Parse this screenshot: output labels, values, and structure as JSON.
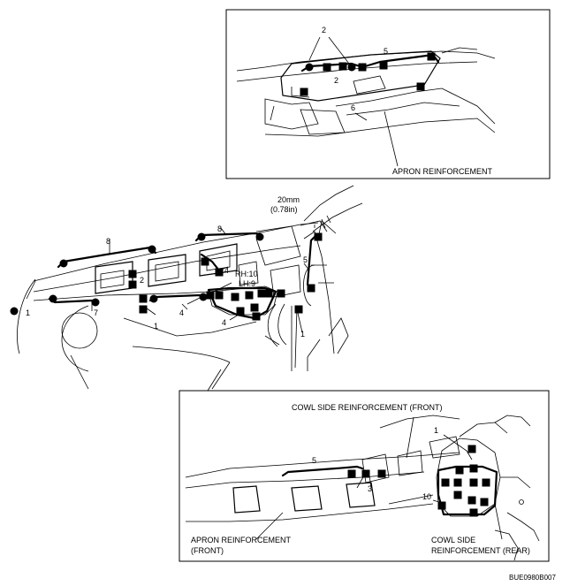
{
  "top_detail": {
    "callouts": {
      "two_top": "2",
      "two_mid": "2",
      "five": "5",
      "six": "6"
    },
    "part_label": "APRON REINFORCEMENT"
  },
  "main_view": {
    "callouts": {
      "one_left": "1",
      "seven": "7",
      "four_lower": "4",
      "one_lower": "1",
      "eight_left": "8",
      "two": "2",
      "eight_right": "8",
      "four_upper": "4",
      "four_mid": "4",
      "five": "5",
      "one_right": "1"
    },
    "spot_note": {
      "rh": "RH:10",
      "lh": "LH:9"
    },
    "dimension": {
      "metric": "20mm",
      "imperial": "(0.78in)"
    }
  },
  "bottom_detail": {
    "callouts": {
      "one": "1",
      "five": "5",
      "three": "3",
      "ten": "10"
    },
    "labels": {
      "cowl_front": "COWL SIDE REINFORCEMENT (FRONT)",
      "apron_front_1": "APRON REINFORCEMENT",
      "apron_front_2": "(FRONT)",
      "cowl_rear_1": "COWL SIDE",
      "cowl_rear_2": "REINFORCEMENT (REAR)"
    }
  },
  "figure_code": "BUE0980B007"
}
